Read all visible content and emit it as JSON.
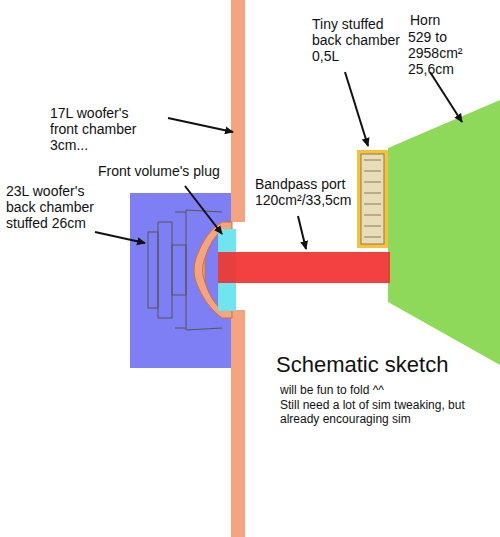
{
  "diagram": {
    "title": "Schematic sketch",
    "labels": [
      "17L woofer's front chamber 3cm...",
      "Front volume's plug",
      "23L woofer's back chamber stuffed 26cm",
      "Bandpass port 120cm²/33,5cm",
      "Tiny stuffed back chamber 0,5L",
      "Horn",
      "529 to 2958cm² 25,6cm",
      "will be fun to fold ^^",
      "Still need a lot of sim tweaking, but already encouraging sim"
    ]
  }
}
